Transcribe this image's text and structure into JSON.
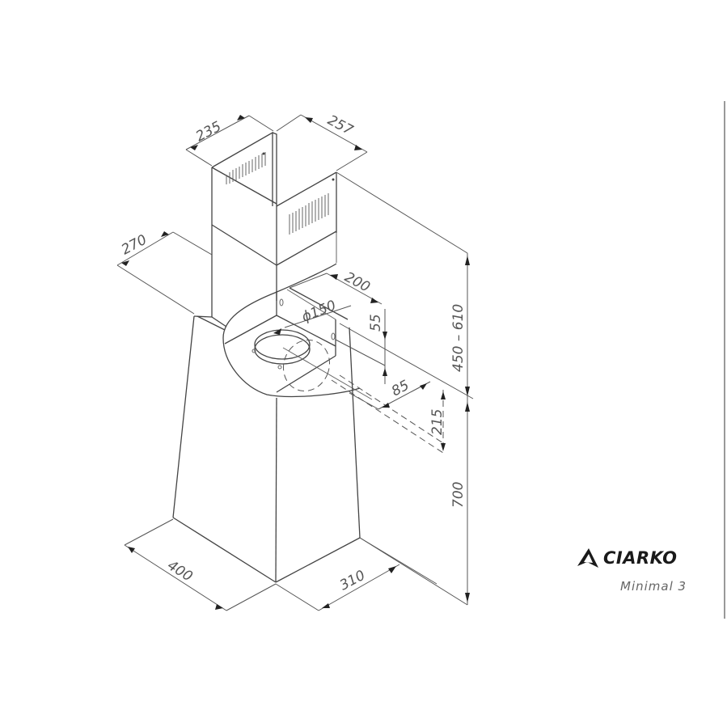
{
  "drawing": {
    "title": "Minimal 3",
    "brand": "CIARKO",
    "brand_icon": "ciarko-logo-icon",
    "colors": {
      "line": "#444444",
      "dimension": "#555555",
      "background": "#ffffff",
      "brand": "#1a1a1a"
    }
  },
  "dimensions": {
    "chimney_width": "235",
    "chimney_depth": "257",
    "chimney_offset": "270",
    "outlet_offset": "200",
    "outlet_diameter": "ϕ150",
    "outlet_drop": "55",
    "outlet_depth": "85",
    "outlet_height": "215",
    "chimney_height": "450 – 610",
    "body_height": "700",
    "base_width": "400",
    "base_depth": "310"
  },
  "units": "mm"
}
